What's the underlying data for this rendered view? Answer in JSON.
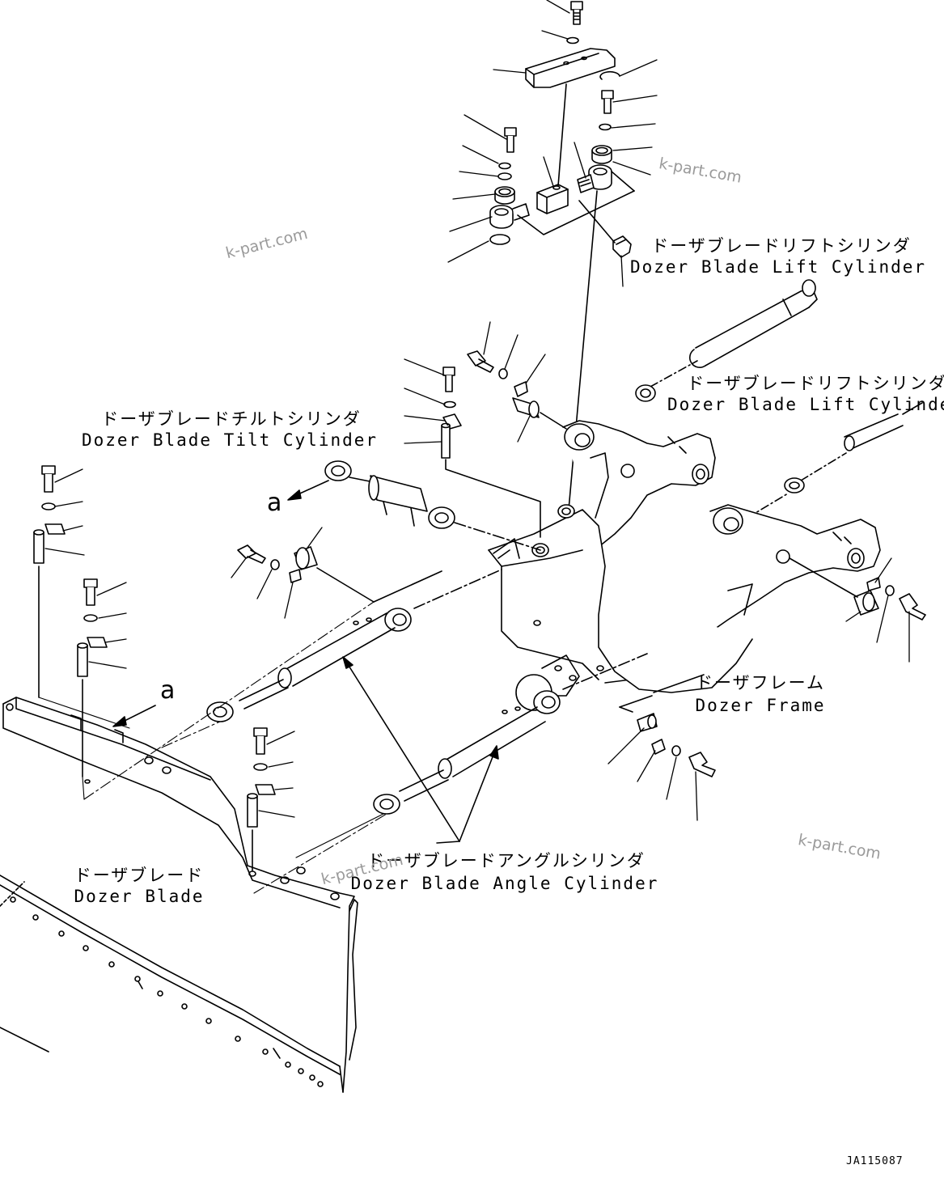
{
  "labels": {
    "lift1_jp": "ドーザブレードリフトシリンダ",
    "lift1_en": "Dozer Blade Lift Cylinder",
    "lift2_jp": "ドーザブレードリフトシリンダ",
    "lift2_en": "Dozer Blade Lift Cylinder",
    "tilt_jp": "ドーザブレードチルトシリンダ",
    "tilt_en": "Dozer Blade Tilt Cylinder",
    "frame_jp": "ドーザフレーム",
    "frame_en": "Dozer Frame",
    "angle_jp": "ドーザブレードアングルシリンダ",
    "angle_en": "Dozer Blade Angle Cylinder",
    "blade_jp": "ドーザブレード",
    "blade_en": "Dozer Blade"
  },
  "refs": {
    "a1": "a",
    "a2": "a"
  },
  "watermarks": [
    "k-part.com",
    "k-part.com",
    "k-part.com",
    "k-part.com"
  ],
  "drawing_code": "JA115087"
}
